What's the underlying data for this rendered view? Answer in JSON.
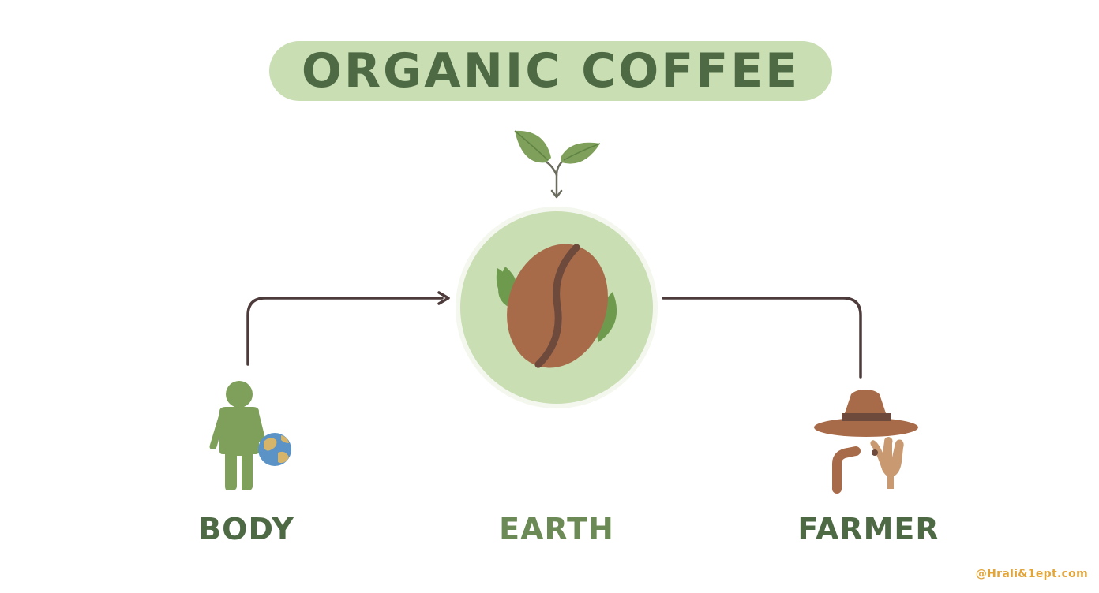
{
  "diagram": {
    "title": "ORGANIC COFFEE",
    "center_node": {
      "label": "EARTH",
      "icon": "coffee-bean-icon",
      "top_icon": "sprout-icon"
    },
    "left_node": {
      "label": "BODY",
      "icon": "person-with-globe-icon"
    },
    "right_node": {
      "label": "FARMER",
      "icon": "farmer-hat-hand-icon"
    },
    "connectors": [
      {
        "from": "BODY",
        "to": "EARTH",
        "arrow": true
      },
      {
        "from": "FARMER",
        "to": "EARTH",
        "arrow": false
      },
      {
        "from": "sprout",
        "to": "EARTH",
        "arrow": true
      }
    ],
    "watermark": "@Hrali&1ept.com"
  },
  "colors": {
    "title_pill": "#c9deb3",
    "title_text": "#4e6a45",
    "circle_fill": "#c9deb3",
    "bean": "#a86b4a",
    "bean_crease": "#6e4a3d",
    "leaf": "#7fa05a",
    "connector": "#4d3b3b",
    "person": "#7fa05a",
    "farmer": "#a86b4a",
    "hand": "#c99a72",
    "watermark": "#e3a53a"
  }
}
